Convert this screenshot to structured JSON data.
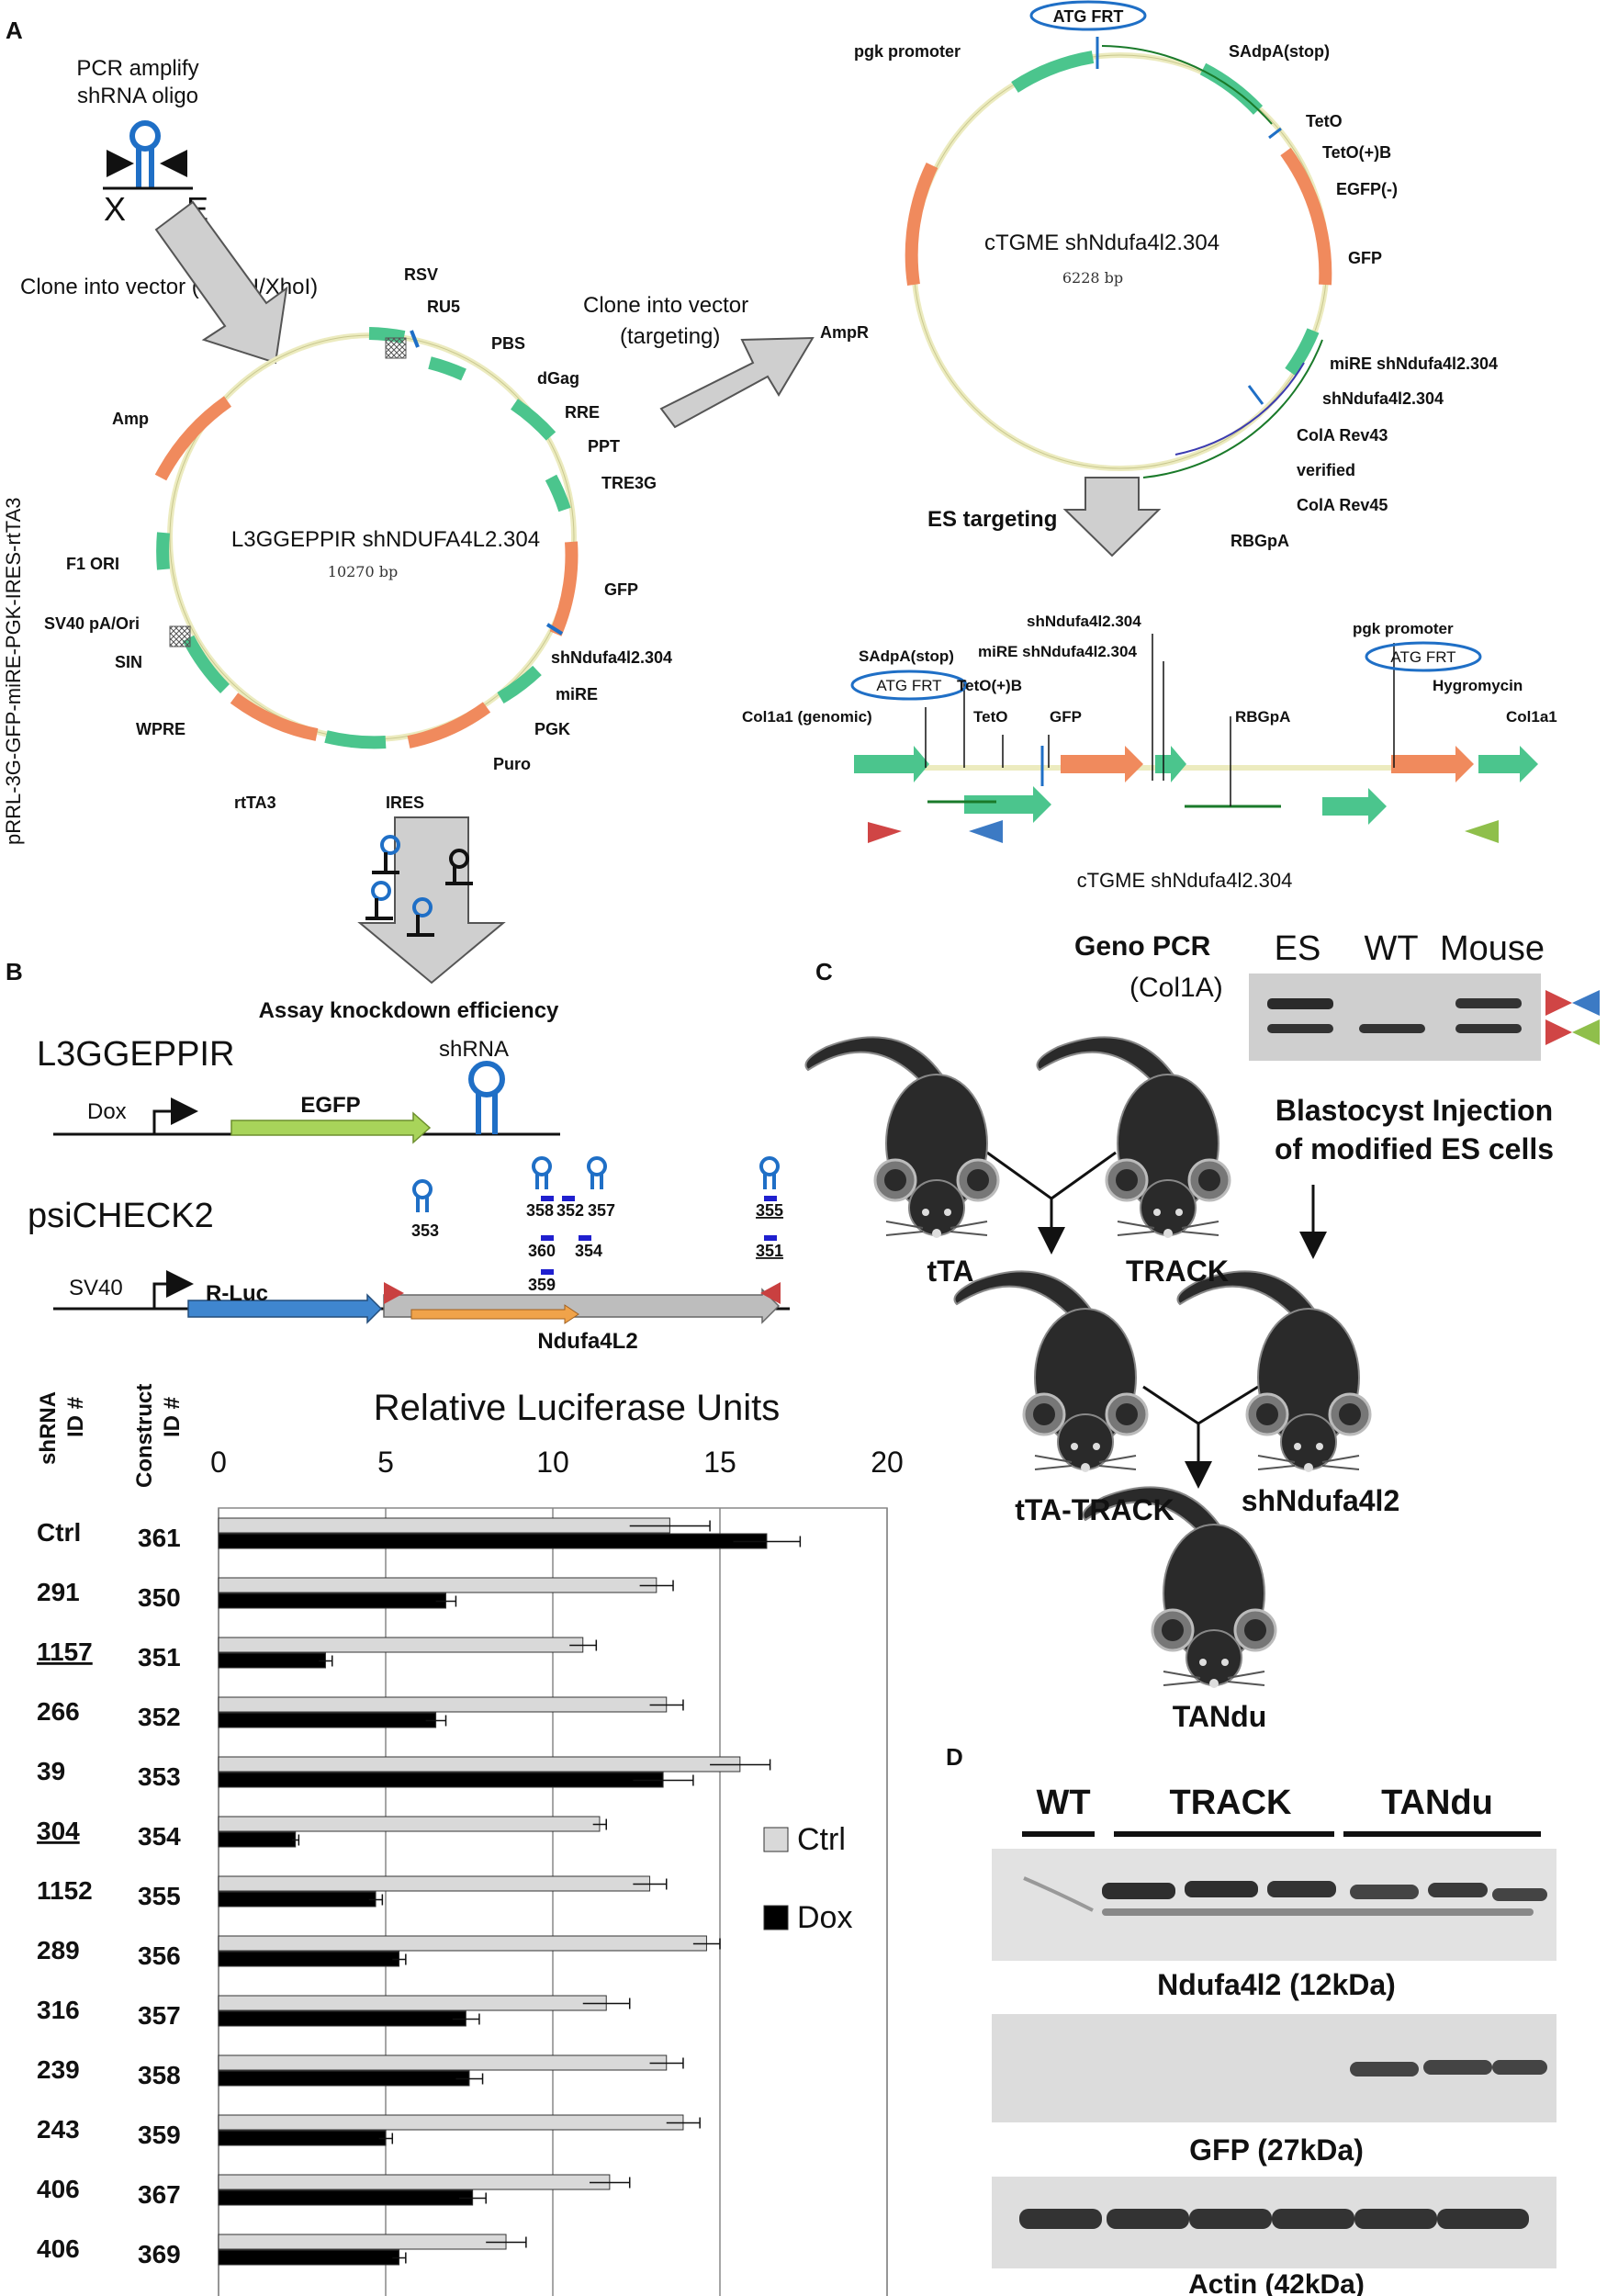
{
  "panels": {
    "a": "A",
    "b": "B",
    "c": "C",
    "d": "D"
  },
  "panel_a": {
    "pcr_label_1": "PCR amplify",
    "pcr_label_2": "shRNA oligo",
    "site_x": "X",
    "site_e": "E",
    "clone_label_1": "Clone into vector (EcoRI/XhoI)",
    "clone_label_2a": "Clone into vector",
    "clone_label_2b": "(targeting)",
    "es_targeting": "ES targeting",
    "vertical_title": "pRRL-3G-GFP-miRE-PGK-IRES-rtTA3",
    "plasmid1": {
      "name": "L3GGEPPIR shNDUFA4L2.304",
      "size": "10270 bp",
      "features": [
        "RSV",
        "RU5",
        "PBS",
        "dGag",
        "RRE",
        "PPT",
        "TRE3G",
        "GFP",
        "shNdufa4l2.304",
        "miRE",
        "PGK",
        "Puro",
        "IRES",
        "rtTA3",
        "WPRE",
        "SIN",
        "SV40 pA/Ori",
        "F1 ORI",
        "Amp"
      ]
    },
    "plasmid2": {
      "name": "cTGME shNdufa4l2.304",
      "size": "6228 bp",
      "features": [
        "ATG FRT",
        "pgk promoter",
        "SAdpA(stop)",
        "TetO",
        "TetO(+)B",
        "EGFP(-)",
        "GFP",
        "miRE shNdufa4l2.304",
        "shNdufa4l2.304",
        "ColA Rev43",
        "verified",
        "ColA Rev45",
        "RBGpA",
        "AmpR"
      ]
    },
    "linear_map": {
      "title": "cTGME shNdufa4l2.304",
      "labels": [
        "shNdufa4l2.304",
        "miRE shNdufa4l2.304",
        "SAdpA(stop)",
        "ATG FRT",
        "TetO(+)B",
        "Col1a1 (genomic)",
        "TetO",
        "GFP",
        "RBGpA",
        "pgk promoter",
        "ATG FRT",
        "Hygromycin",
        "Col1a1"
      ]
    }
  },
  "panel_b": {
    "assay_title": "Assay knockdown efficiency",
    "construct1": {
      "name": "L3GGEPPIR",
      "promoter": "Dox",
      "gene": "EGFP",
      "shrna": "shRNA"
    },
    "construct2": {
      "name": "psiCHECK2",
      "promoter": "SV40",
      "gene": "R-Luc",
      "target": "Ndufa4L2"
    },
    "site_labels": [
      "353",
      "358",
      "352",
      "357",
      "360",
      "354",
      "359",
      "355",
      "351"
    ],
    "table_headers": {
      "shrna_a": "shRNA",
      "shrna_b": "ID #",
      "construct_a": "Construct",
      "construct_b": "ID #"
    }
  },
  "chart_data": {
    "type": "bar",
    "title": "Relative Luciferase Units",
    "orientation": "horizontal",
    "xlim": [
      0,
      20
    ],
    "xticks": [
      "0",
      "5",
      "10",
      "15",
      "20"
    ],
    "grid": true,
    "legend_placement": "right",
    "categories": [
      "Ctrl",
      "291",
      "1157",
      "266",
      "39",
      "304",
      "1152",
      "289",
      "316",
      "239",
      "243",
      "406",
      "406"
    ],
    "construct_ids": [
      "361",
      "350",
      "351",
      "352",
      "353",
      "354",
      "355",
      "356",
      "357",
      "358",
      "359",
      "367",
      "369"
    ],
    "series": [
      {
        "name": "Ctrl",
        "color": "#d9d9d9",
        "values": [
          13.5,
          13.1,
          10.9,
          13.4,
          15.6,
          11.4,
          12.9,
          14.6,
          11.6,
          13.4,
          13.9,
          11.7,
          8.6
        ],
        "err": [
          1.2,
          0.5,
          0.4,
          0.5,
          0.9,
          0.2,
          0.5,
          0.4,
          0.7,
          0.5,
          0.5,
          0.6,
          0.6
        ]
      },
      {
        "name": "Dox",
        "color": "#000000",
        "values": [
          16.4,
          6.8,
          3.2,
          6.5,
          13.3,
          2.3,
          4.7,
          5.4,
          7.4,
          7.5,
          5.0,
          7.6,
          5.4
        ],
        "err": [
          1.0,
          0.3,
          0.2,
          0.3,
          0.9,
          0.1,
          0.2,
          0.2,
          0.4,
          0.4,
          0.2,
          0.4,
          0.2
        ]
      }
    ]
  },
  "panel_c": {
    "geno_title": "Geno PCR",
    "geno_sub": "(Col1A)",
    "lanes": [
      "ES",
      "WT",
      "Mouse"
    ],
    "injection_1": "Blastocyst Injection",
    "injection_2": "of modified ES cells",
    "mice": [
      "tTA",
      "TRACK",
      "tTA-TRACK",
      "shNdufa4l2",
      "TANdu"
    ]
  },
  "panel_d": {
    "groups": [
      "WT",
      "TRACK",
      "TANdu"
    ],
    "blots": [
      "Ndufa4l2 (12kDa)",
      "GFP (27kDa)",
      "Actin (42kDa)"
    ]
  },
  "colors": {
    "green": "#4bc58d",
    "orange": "#f08a5d",
    "blue": "#1f6fc6",
    "luc_blue": "#3f86cf",
    "egfp_green": "#a8d45a"
  }
}
